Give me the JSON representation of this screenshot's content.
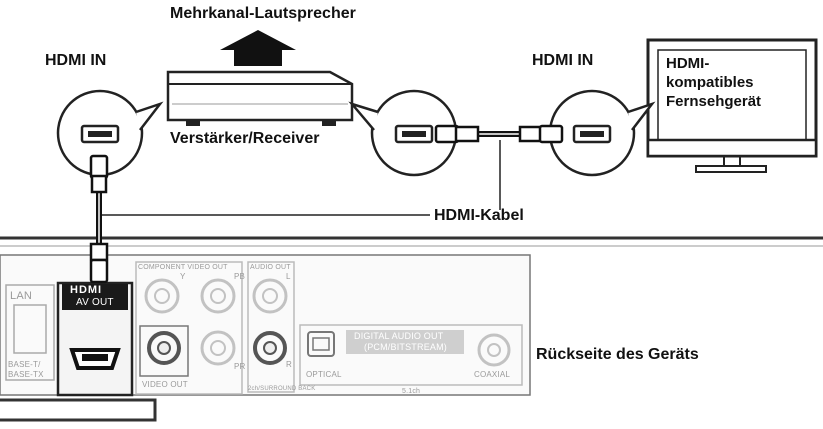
{
  "labels": {
    "speakers": "Mehrkanal-Lautsprecher",
    "hdmi_in_left": "HDMI IN",
    "hdmi_in_right": "HDMI IN",
    "tv": "HDMI-kompatibles Fernsehgerät",
    "amplifier": "Verstärker/Receiver",
    "cable": "HDMI-Kabel",
    "rear": "Rückseite des Geräts"
  },
  "panel": {
    "lan": "LAN",
    "hdmi_logo": "HDMI",
    "av_out": "AV OUT",
    "component_video_out": "COMPONENT VIDEO OUT",
    "y": "Y",
    "pb": "PB",
    "pr": "PR",
    "audio_out": "AUDIO OUT",
    "l": "L",
    "r": "R",
    "video_out": "VIDEO OUT",
    "surround_back": "2ch/SURROUND BACK",
    "optical": "OPTICAL",
    "digital_audio_out": "DIGITAL AUDIO OUT",
    "pcm_bitstream": "(PCM/BITSTREAM)",
    "coaxial": "COAXIAL",
    "five_1ch": "5.1ch",
    "base_t": "BASE-T/",
    "base_tx": "BASE-TX"
  }
}
